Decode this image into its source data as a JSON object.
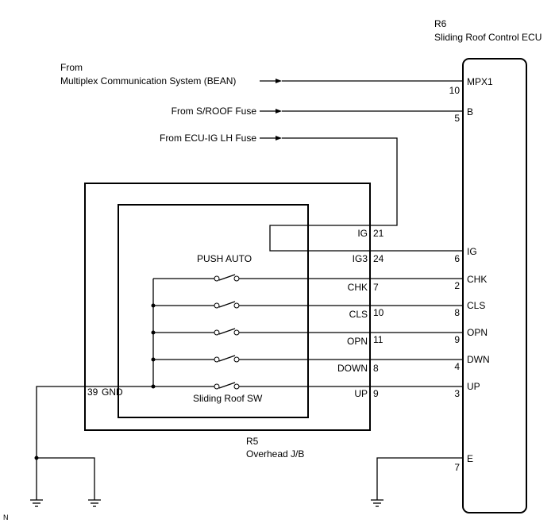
{
  "ecu": {
    "code": "R6",
    "name": "Sliding Roof Control ECU",
    "pins": [
      {
        "num": "10",
        "name": "MPX1"
      },
      {
        "num": "5",
        "name": "B"
      },
      {
        "num": "6",
        "name": "IG"
      },
      {
        "num": "2",
        "name": "CHK"
      },
      {
        "num": "8",
        "name": "CLS"
      },
      {
        "num": "9",
        "name": "OPN"
      },
      {
        "num": "4",
        "name": "DWN"
      },
      {
        "num": "3",
        "name": "UP"
      },
      {
        "num": "7",
        "name": "E"
      }
    ]
  },
  "sources": {
    "multiplex_line1": "From",
    "multiplex_line2": "Multiplex Communication System (BEAN)",
    "sroof_fuse": "From S/ROOF Fuse",
    "ecu_ig_fuse": "From ECU-IG LH Fuse"
  },
  "junction_block": {
    "code": "R5",
    "name": "Overhead J/B",
    "pins": [
      {
        "name": "IG",
        "num": "21"
      },
      {
        "name": "IG3",
        "num": "24"
      },
      {
        "name": "CHK",
        "num": "7"
      },
      {
        "name": "CLS",
        "num": "10"
      },
      {
        "name": "OPN",
        "num": "11"
      },
      {
        "name": "DOWN",
        "num": "8"
      },
      {
        "name": "UP",
        "num": "9"
      }
    ],
    "gnd_pin": {
      "num": "39",
      "name": "GND"
    }
  },
  "switch": {
    "push_auto_label": "PUSH AUTO",
    "name": "Sliding Roof SW"
  },
  "corner_mark": "N"
}
